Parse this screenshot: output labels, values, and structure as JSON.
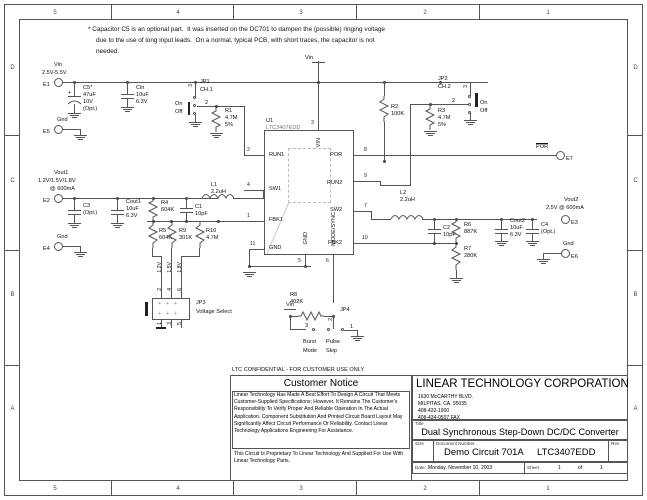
{
  "sheet": {
    "confidential": "LTC CONFIDENTIAL - FOR CUSTOMER USE ONLY",
    "zones_top": [
      "5",
      "4",
      "3",
      "2",
      "1"
    ],
    "zones_bottom": [
      "5",
      "4",
      "3",
      "2",
      "1"
    ],
    "zones_left": [
      "D",
      "C",
      "B",
      "A"
    ],
    "zones_right": [
      "D",
      "C",
      "B",
      "A"
    ]
  },
  "note": {
    "line1": "* Capacitor C5 is an optional part.  It was inserted on the DC701 to dampen the (possible) ringing voltage",
    "line2": "due to the use of long input leads.  On a normal, typical PCB, with short traces, the capacitor is not",
    "line3": "needed."
  },
  "nets": {
    "vin_left": {
      "name": "Vin",
      "spec": "2.5V-5.5V",
      "terminal": "E1"
    },
    "vin_top_right": {
      "name": "Vin"
    },
    "vin_bottom": {
      "name": "Vin"
    },
    "gnd_e5": {
      "name": "Gnd",
      "terminal": "E5"
    },
    "gnd_e4": {
      "name": "Gnd",
      "terminal": "E4"
    },
    "gnd_e6": {
      "name": "Gnd",
      "terminal": "E6"
    },
    "vout1": {
      "name": "Vout1",
      "spec1": "1.2V/1.5V/1.8V",
      "spec2": "@ 600mA",
      "terminal": "E2"
    },
    "vout2": {
      "name": "Vout2",
      "spec1": "2.5V @ 600mA",
      "terminal": "E3"
    },
    "por": {
      "name": "POR",
      "terminal": "E7"
    }
  },
  "ic": {
    "refdes": "U1",
    "part": "LTC3407EDD",
    "pins_left": [
      {
        "num": "2",
        "label": "RUN1"
      },
      {
        "num": "4",
        "label": "SW1"
      },
      {
        "num": "1",
        "label": "FBK1"
      },
      {
        "num": "11",
        "label": "GND"
      }
    ],
    "pins_right": [
      {
        "num": "8",
        "label": "POR"
      },
      {
        "num": "9",
        "label": "RUN2"
      },
      {
        "num": "7",
        "label": "SW2"
      },
      {
        "num": "10",
        "label": "FBK2"
      }
    ],
    "pin_top": {
      "num": "3",
      "label": "VIN"
    },
    "pins_bottom": [
      {
        "num": "5",
        "label": "GND"
      },
      {
        "num": "6",
        "label": "MODE/SYNC"
      }
    ]
  },
  "components": [
    {
      "refdes": "C5*",
      "v1": "47uF",
      "v2": "10V",
      "v3": "(Opt.)"
    },
    {
      "refdes": "Cin",
      "v1": "10uF",
      "v2": "6.3V"
    },
    {
      "refdes": "C3",
      "v1": "(Opt.)"
    },
    {
      "refdes": "Cout1",
      "v1": "10uF",
      "v2": "6.3V"
    },
    {
      "refdes": "C1",
      "v1": "10pF"
    },
    {
      "refdes": "C2",
      "v1": "10pF"
    },
    {
      "refdes": "Cout2",
      "v1": "10uF",
      "v2": "6.3V"
    },
    {
      "refdes": "C4",
      "v1": "(Opt.)"
    },
    {
      "refdes": "R1",
      "v1": "4.7M",
      "v2": "5%"
    },
    {
      "refdes": "R2",
      "v1": "100K"
    },
    {
      "refdes": "R3",
      "v1": "4.7M",
      "v2": "5%"
    },
    {
      "refdes": "R4",
      "v1": "604K"
    },
    {
      "refdes": "R5",
      "v1": "604K"
    },
    {
      "refdes": "R6",
      "v1": "887K"
    },
    {
      "refdes": "R7",
      "v1": "280K"
    },
    {
      "refdes": "R8",
      "v1": "402K"
    },
    {
      "refdes": "R9",
      "v1": "301K"
    },
    {
      "refdes": "R10",
      "v1": "4.7M",
      "v2": "5%"
    },
    {
      "refdes": "L1",
      "v1": "2.2uH"
    },
    {
      "refdes": "L2",
      "v1": "2.2uH"
    }
  ],
  "jumpers": {
    "jp1": {
      "refdes": "JP1",
      "name": "CH.1",
      "on": "On",
      "off": "Off",
      "pins": [
        "3",
        "2",
        "1"
      ]
    },
    "jp2": {
      "refdes": "JP2",
      "name": "CH.2",
      "on": "On",
      "off": "Off",
      "pins": [
        "3",
        "2",
        "1"
      ]
    },
    "jp3": {
      "refdes": "JP3",
      "name": "Voltage Select",
      "top_pins": [
        "2",
        "4",
        "6"
      ],
      "bottom_pins": [
        "1",
        "3",
        "5"
      ],
      "rail_labels": [
        "1.2V",
        "1.5V",
        "1.8V"
      ]
    },
    "jp4": {
      "refdes": "JP4",
      "pins": [
        "3",
        "2",
        "1"
      ],
      "opt_a_l1": "Burst",
      "opt_a_l2": "Mode",
      "opt_b_l1": "Pulse",
      "opt_b_l2": "Skip"
    }
  },
  "customer_notice": {
    "heading": "Customer Notice",
    "body": "Linear Technology Has Made A Best Effort To Design A Circuit That Meets Customer-Supplied Specifications; However, It Remains The Customer's Responsibility To Verify Proper And Reliable Operation In The Actual Application. Component Substitution And Printed Circuit Board Layout May Significantly Affect Circuit Performance Or Reliability. Contact Linear Technology Applications Engineering For Assistance.",
    "footer": "This Circuit Is Proprietary To Linear Technology And Supplied For Use With Linear Technology Parts."
  },
  "title_block": {
    "company": "LINEAR TECHNOLOGY CORPORATION",
    "addr1": "1630 McCARTHY BLVD.",
    "addr2": "MILPITAS, CA. 95035",
    "addr3": "408-432-1900",
    "addr4": "408-434-0507 FAX",
    "title_label": "Title",
    "title_value": "Dual Synchronous Step-Down DC/DC Converter",
    "size_label": "Size",
    "size_value": "",
    "docnum_label": "Document Number",
    "docnum_value": "Demo Circuit 701A",
    "part_value": "LTC3407EDD",
    "rev_label": "Rev",
    "rev_value": "",
    "date_label": "Date:",
    "date_value": "Monday, November 10, 2003",
    "sheet_label": "Sheet",
    "sheet_num": "1",
    "sheet_of": "of",
    "sheet_total": "1"
  }
}
